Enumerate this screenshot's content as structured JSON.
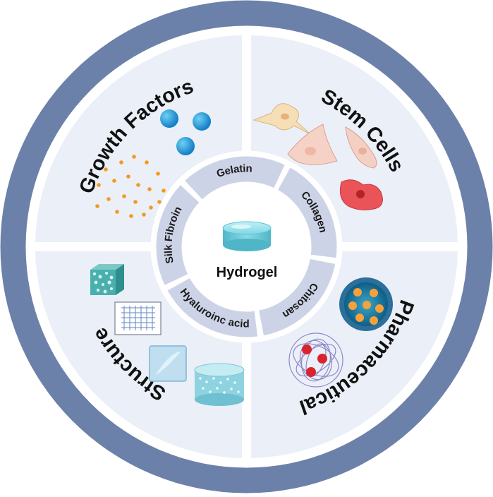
{
  "colors": {
    "outer_ring": "#6c81a9",
    "white_ring": "#ffffff",
    "quadrant_fill": "#ebeff8",
    "segment_fill": "#cdd3e7",
    "center_fill": "#ffffff",
    "text": "#111111"
  },
  "center": {
    "label": "Hydrogel",
    "icon": "hydrogel-disc-icon"
  },
  "segments": [
    {
      "label": "Gelatin"
    },
    {
      "label": "Collagen"
    },
    {
      "label": "Chitosan"
    },
    {
      "label": "Hyaluroinc acid"
    },
    {
      "label": "Silk Fibroin"
    }
  ],
  "quadrants": {
    "growth_factors": {
      "label": "Growth Factors",
      "icons": [
        "blue-sphere-icon",
        "orange-particles-icon"
      ]
    },
    "stem_cells": {
      "label": "Stem Cells",
      "icons": [
        "cell-icon"
      ]
    },
    "pharmaceutical": {
      "label": "Pharmaceutical",
      "icons": [
        "drug-capsule-icon",
        "nanogel-icon"
      ]
    },
    "structure": {
      "label": "Structure",
      "icons": [
        "porous-cube-icon",
        "mesh-grid-icon",
        "film-icon",
        "porous-disc-icon"
      ]
    }
  }
}
